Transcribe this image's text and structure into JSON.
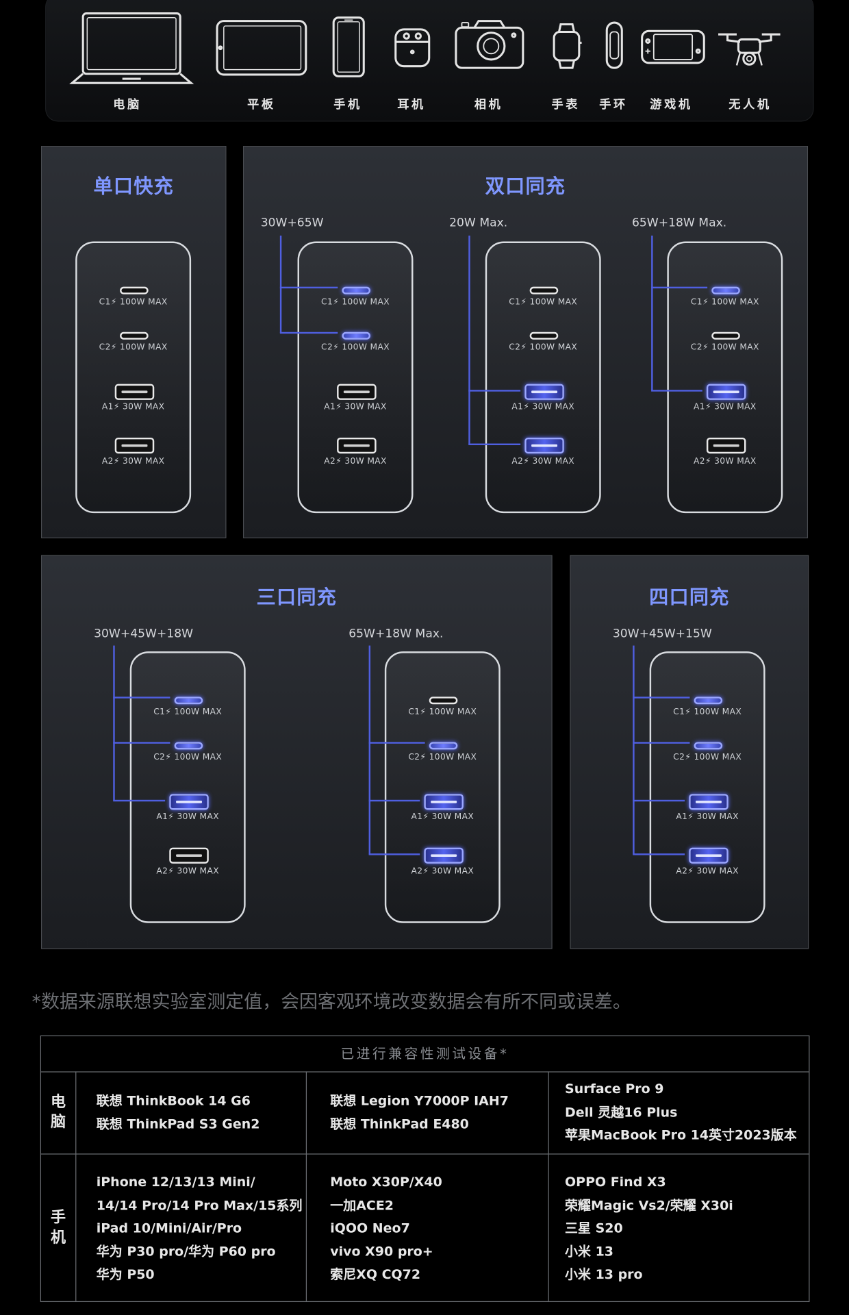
{
  "devices": [
    {
      "label": "电脑",
      "icon": "laptop-icon"
    },
    {
      "label": "平板",
      "icon": "tablet-icon"
    },
    {
      "label": "手机",
      "icon": "phone-icon"
    },
    {
      "label": "耳机",
      "icon": "earbuds-icon"
    },
    {
      "label": "相机",
      "icon": "camera-icon"
    },
    {
      "label": "手表",
      "icon": "watch-icon"
    },
    {
      "label": "手环",
      "icon": "band-icon"
    },
    {
      "label": "游戏机",
      "icon": "game-console-icon"
    },
    {
      "label": "无人机",
      "icon": "drone-icon"
    }
  ],
  "ports": {
    "c1": "C1⚡ 100W MAX",
    "c2": "C2⚡ 100W MAX",
    "a1": "A1⚡ 30W MAX",
    "a2": "A2⚡ 30W MAX"
  },
  "panels": {
    "single": {
      "title": "单口快充"
    },
    "dual": {
      "title": "双口同充",
      "combos": [
        "30W+65W",
        "20W Max.",
        "65W+18W Max."
      ]
    },
    "triple": {
      "title": "三口同充",
      "combos": [
        "30W+45W+18W",
        "65W+18W Max."
      ]
    },
    "quad": {
      "title": "四口同充",
      "combos": [
        "30W+45W+15W"
      ]
    }
  },
  "colors": {
    "accent": "#7f97ff",
    "active_line": "#4f5fe0"
  },
  "footnote": "*数据来源联想实验室测定值，会因客观环境改变数据会有所不同或误差。",
  "compat": {
    "header": "已进行兼容性测试设备*",
    "rows": [
      {
        "category": [
          "电",
          "脑"
        ],
        "columns": [
          [
            "联想 ThinkBook 14 G6",
            "联想 ThinkPad S3 Gen2"
          ],
          [
            "联想 Legion Y7000P IAH7",
            "联想 ThinkPad E480"
          ],
          [
            "Surface Pro 9",
            "Dell 灵越16 Plus",
            "苹果MacBook Pro 14英寸2023版本"
          ]
        ]
      },
      {
        "category": [
          "手",
          "机"
        ],
        "columns": [
          [
            "iPhone 12/13/13 Mini/",
            "14/14 Pro/14 Pro Max/15系列",
            "iPad 10/Mini/Air/Pro",
            "华为 P30 pro/华为 P60 pro",
            "华为 P50"
          ],
          [
            "Moto X30P/X40",
            "一加ACE2",
            "iQOO Neo7",
            "vivo X90 pro+",
            "索尼XQ CQ72"
          ],
          [
            "OPPO Find X3",
            "荣耀Magic Vs2/荣耀 X30i",
            "三星 S20",
            "小米 13",
            "小米 13 pro"
          ]
        ]
      }
    ]
  }
}
